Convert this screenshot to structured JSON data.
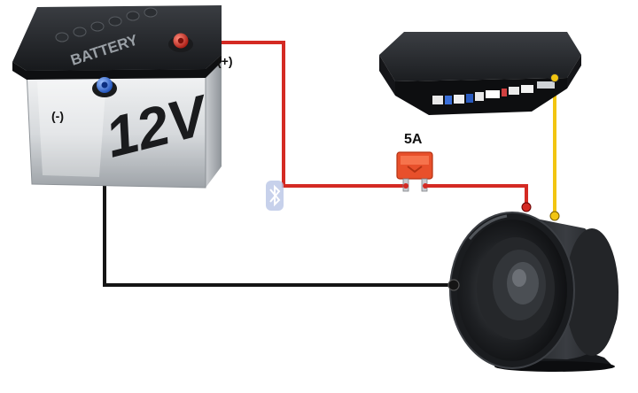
{
  "battery": {
    "brand": "BATTERY",
    "voltage": "12V",
    "positive_label": "(+)",
    "negative_label": "(-)"
  },
  "fuse": {
    "rating": "5A"
  },
  "colors": {
    "positive_wire": "#d42a23",
    "negative_wire": "#151515",
    "signal_wire": "#f2c511",
    "fuse_body": "#e8502b",
    "positive_terminal": "#c9261f",
    "negative_terminal": "#2f6be0",
    "bluetooth_symbol": "#b9c6e6"
  },
  "icons": {
    "bluetooth": "bluetooth-icon"
  }
}
